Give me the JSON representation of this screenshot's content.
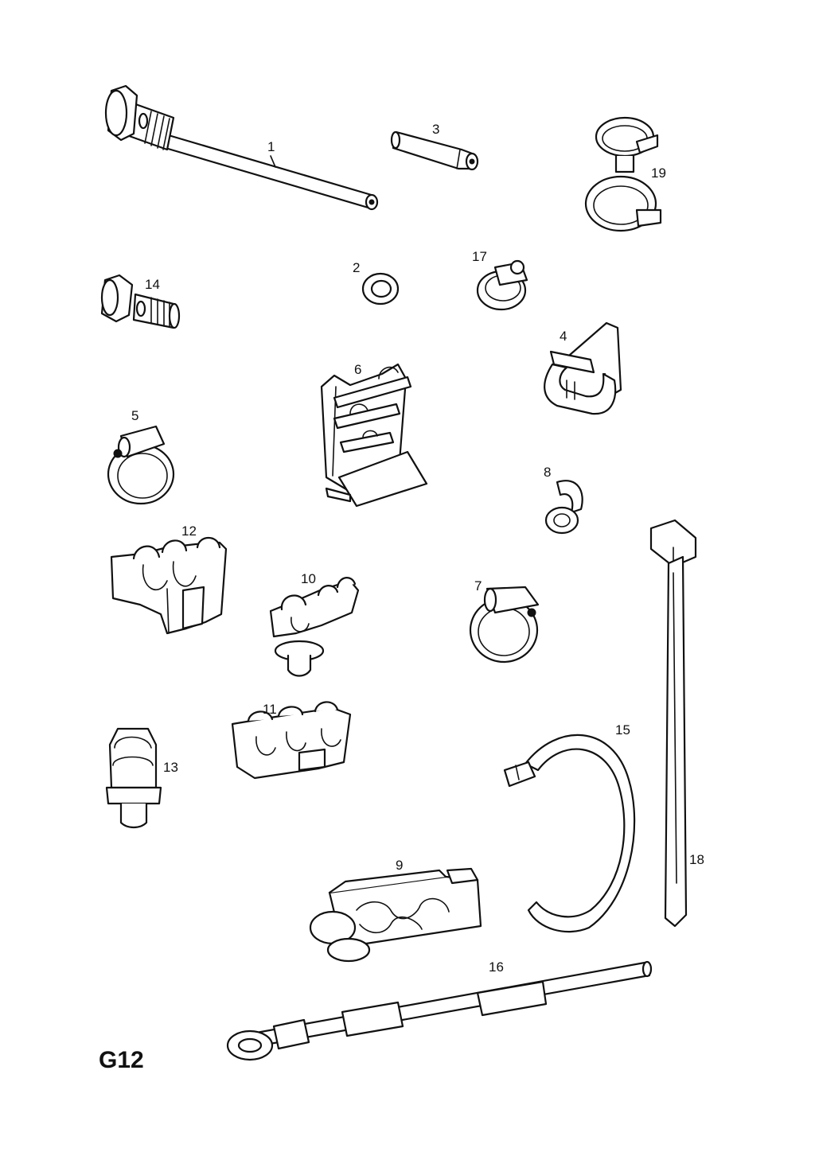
{
  "page": {
    "id": "G12"
  },
  "parts": [
    {
      "callout": "1",
      "icon": "banjo-pipe-icon"
    },
    {
      "callout": "2",
      "icon": "sealing-ring-icon"
    },
    {
      "callout": "3",
      "icon": "pipe-plug-icon"
    },
    {
      "callout": "4",
      "icon": "pipe-clip-icon"
    },
    {
      "callout": "5",
      "icon": "hose-clamp-icon"
    },
    {
      "callout": "6",
      "icon": "triple-pipe-bracket-icon"
    },
    {
      "callout": "7",
      "icon": "hose-clamp-icon"
    },
    {
      "callout": "8",
      "icon": "single-pipe-clip-icon"
    },
    {
      "callout": "9",
      "icon": "push-in-pipe-holder-icon"
    },
    {
      "callout": "10",
      "icon": "pipe-clip-with-stud-icon"
    },
    {
      "callout": "11",
      "icon": "triple-pipe-clip-icon"
    },
    {
      "callout": "12",
      "icon": "triple-pipe-clip-icon"
    },
    {
      "callout": "13",
      "icon": "pipe-clip-with-stud-icon"
    },
    {
      "callout": "14",
      "icon": "banjo-bolt-icon"
    },
    {
      "callout": "15",
      "icon": "band-clip-icon"
    },
    {
      "callout": "16",
      "icon": "hose-with-banjo-icon"
    },
    {
      "callout": "17",
      "icon": "worm-drive-clamp-icon"
    },
    {
      "callout": "18",
      "icon": "cable-tie-icon"
    },
    {
      "callout": "19",
      "icon": "double-hose-clip-icon"
    }
  ]
}
